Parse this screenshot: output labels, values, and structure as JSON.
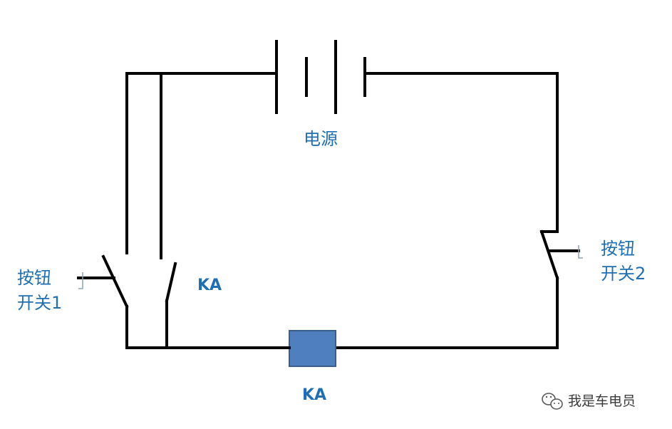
{
  "labels": {
    "power_source": "电源",
    "switch1_line1": "按钮",
    "switch1_line2": "开关1",
    "relay_contact": "KA",
    "switch2_line1": "按钮",
    "switch2_line2": "开关2",
    "relay_coil": "KA"
  },
  "watermark": {
    "text": "我是车电员",
    "icon": "wechat-icon"
  },
  "colors": {
    "label_text": "#1f6fb4",
    "coil_fill": "#4f7fbf",
    "coil_border": "#3a5f8f",
    "wire": "#000000"
  }
}
